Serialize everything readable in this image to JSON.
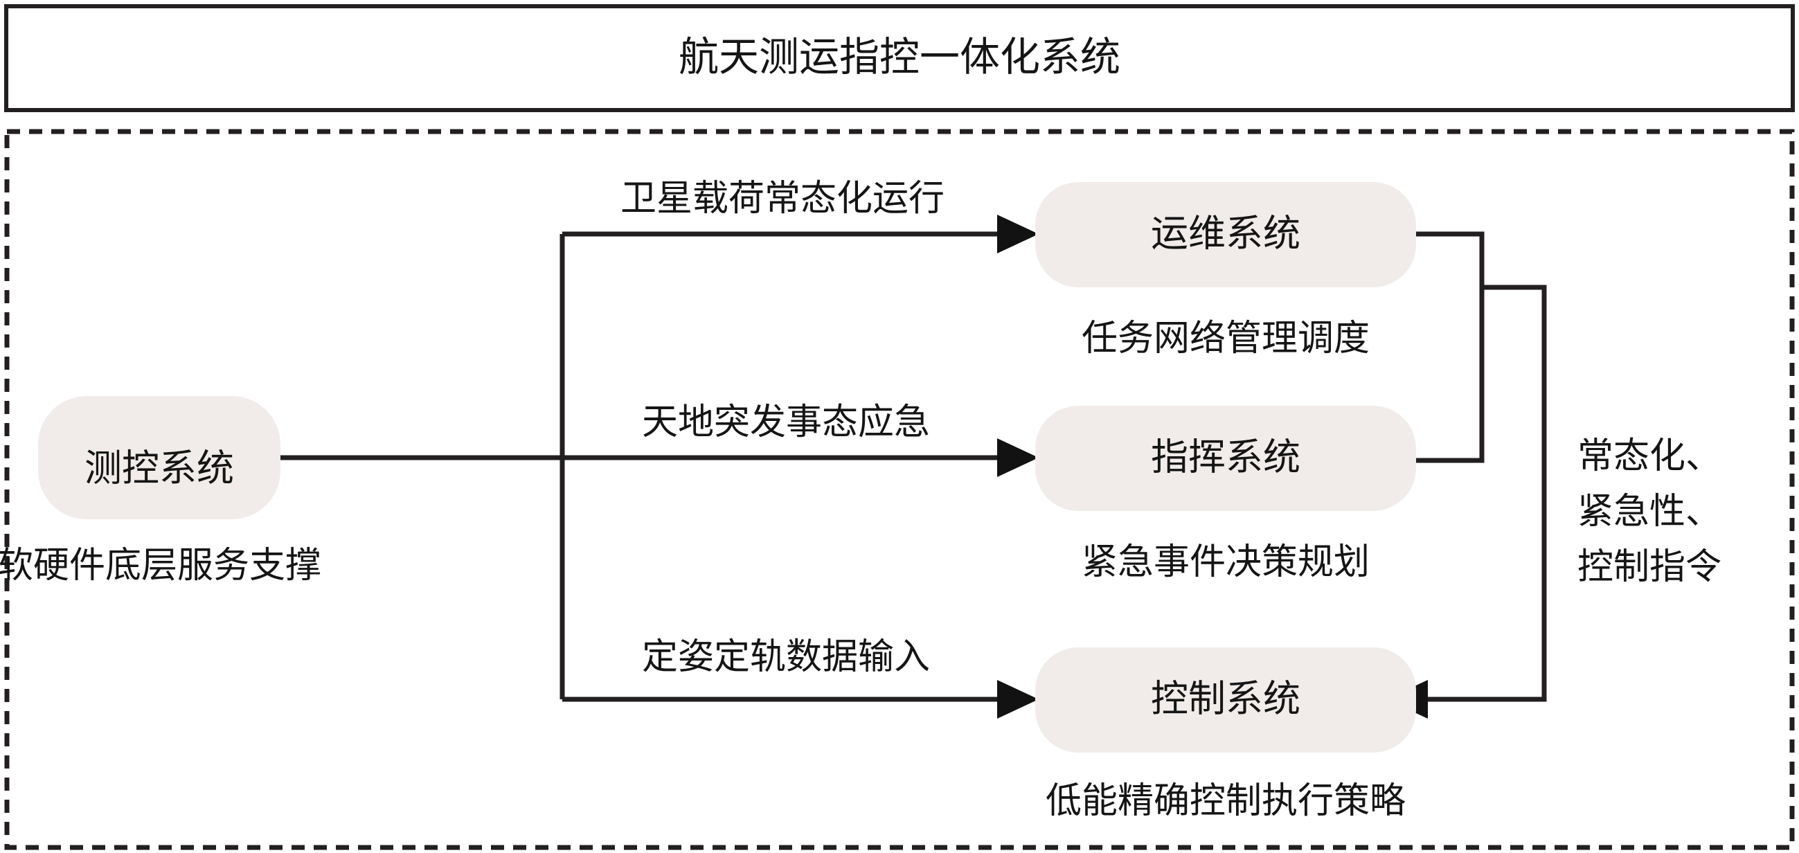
{
  "header": {
    "title": "航天测运指控一体化系统"
  },
  "frame": {
    "outer_style": "dashed",
    "title_box_style": "solid"
  },
  "colors": {
    "node_fill": "#f1ecea",
    "line": "#231f20",
    "text": "#151515",
    "background": "#ffffff"
  },
  "nodes": [
    {
      "id": "tracking",
      "label": "测控系统",
      "caption": "软硬件底层服务支撑"
    },
    {
      "id": "operations",
      "label": "运维系统",
      "caption": "任务网络管理调度"
    },
    {
      "id": "command",
      "label": "指挥系统",
      "caption": "紧急事件决策规划"
    },
    {
      "id": "control",
      "label": "控制系统",
      "caption": "低能精确控制执行策略"
    }
  ],
  "edges": [
    {
      "id": "edge-tracking-operations",
      "from": "tracking",
      "to": "operations",
      "label": "卫星载荷常态化运行"
    },
    {
      "id": "edge-tracking-command",
      "from": "tracking",
      "to": "command",
      "label": "天地突发事态应急"
    },
    {
      "id": "edge-tracking-control",
      "from": "tracking",
      "to": "control",
      "label": "定姿定轨数据输入"
    },
    {
      "id": "edge-feedback-control",
      "from": "operations-and-command",
      "to": "control",
      "label_lines": [
        "常态化、",
        "紧急性、",
        "控制指令"
      ],
      "label_line_1": "常态化、",
      "label_line_2": "紧急性、",
      "label_line_3": "控制指令"
    }
  ]
}
